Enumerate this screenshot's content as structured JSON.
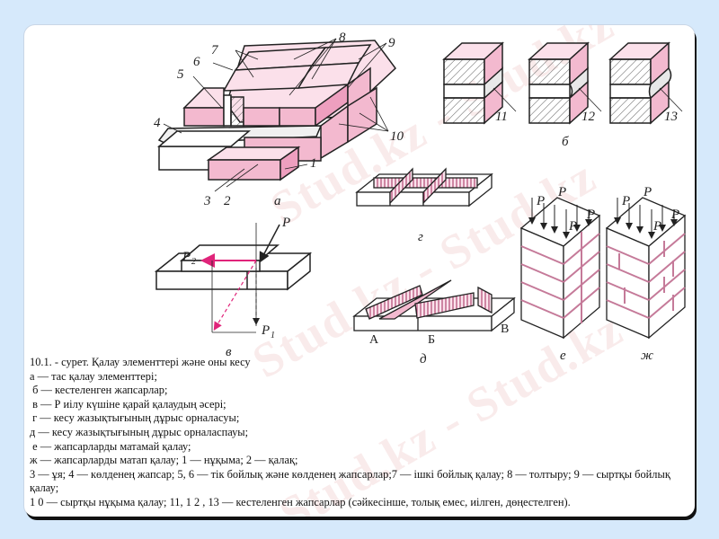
{
  "watermark": {
    "text": "Stud.kz - Stud.kz",
    "color": "#e8a3a3"
  },
  "colors": {
    "background": "#d6e9fb",
    "card": "#ffffff",
    "brick_pink": "#f5c6d8",
    "brick_pink_dark": "#ee9fbf",
    "arrow_magenta": "#e0247a",
    "line": "#222222"
  },
  "figure": {
    "panel_labels": {
      "a": "а",
      "b": "б",
      "v": "в",
      "g": "г",
      "d": "д",
      "e": "е",
      "zh": "ж"
    },
    "callouts_a": [
      "1",
      "2",
      "3",
      "4",
      "5",
      "6",
      "7",
      "8",
      "9",
      "10"
    ],
    "callouts_b": [
      "11",
      "12",
      "13"
    ],
    "forces_v": {
      "p": "P",
      "p1": "P",
      "p1_sub": "1",
      "p2": "P",
      "p2_sub": "2"
    },
    "points_d": [
      "А",
      "Б",
      "В"
    ],
    "force_label": "P"
  },
  "caption": {
    "lines": [
      "10.1. - сурет. Қалау элементтері және оны кесу",
      "а — тас қалау элементтері;",
      " б — кестеленген жапсарлар;",
      " в — Р иілу күшіне қарай қалаудың әсері;",
      " г — кесу жазықтығының дұрыс орналасуы;",
      "д — кесу жазықтығының дұрыс орналаспауы;",
      " е — жапсарларды матамай қалау;",
      "ж — жапсарларды матап қалау; 1 — нұқыма; 2 — қалақ;",
      "3 — ұя; 4 — көлденең жапсар; 5, 6 — тік бойлық және көлденең жапсарлар;7 — ішкі бойлық қалау; 8 — толтыру; 9 — сыртқы бойлық",
      "қалау;",
      "1 0 — сыртқы нұқыма қалау; 11, 1 2 , 13 — кестеленген жапсарлар (сәйкесінше, толық емес, иілген, дөңестелген)."
    ]
  }
}
